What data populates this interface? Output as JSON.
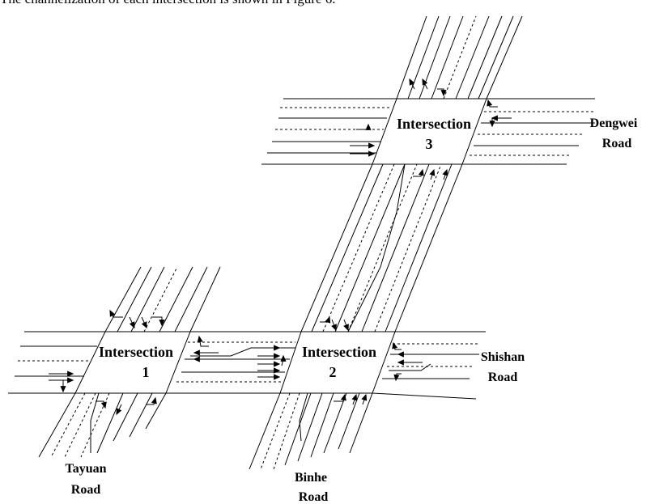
{
  "caption": "The channelization of each intersection is shown in Figure 6.",
  "intersections": [
    {
      "line1": "Intersection",
      "line2": "1"
    },
    {
      "line1": "Intersection",
      "line2": "2"
    },
    {
      "line1": "Intersection",
      "line2": "3"
    }
  ],
  "roads": [
    {
      "line1": "Dengwei",
      "line2": "Road"
    },
    {
      "line1": "Shishan",
      "line2": "Road"
    },
    {
      "line1": "Tayuan",
      "line2": "Road"
    },
    {
      "line1": "Binhe",
      "line2": "Road"
    }
  ],
  "colors": {
    "stroke": "#000000",
    "background": "#ffffff"
  }
}
